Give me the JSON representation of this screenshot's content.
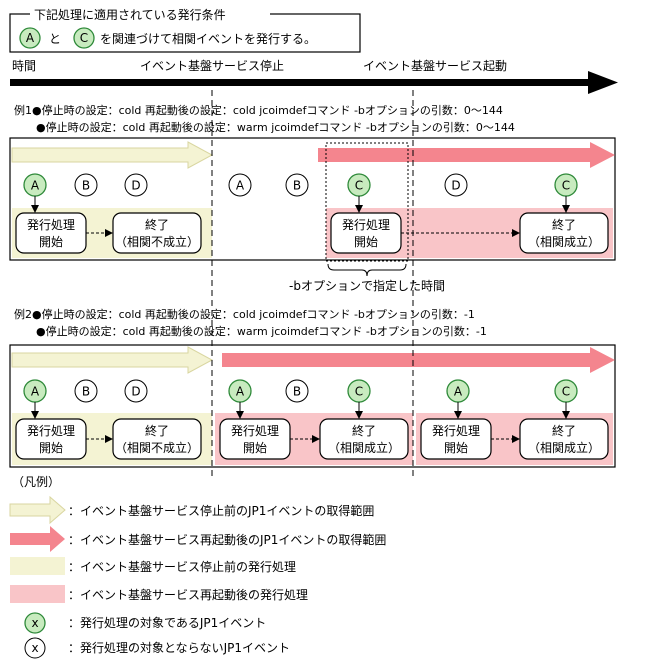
{
  "condition": {
    "title": "下記処理に適用されている発行条件",
    "letter_a": "A",
    "conj": "と",
    "letter_c": "C",
    "text": "を関連づけて相関イベントを発行する。"
  },
  "timeline": {
    "time": "時間",
    "stop": "イベント基盤サービス停止",
    "start": "イベント基盤サービス起動"
  },
  "example1": {
    "line1_prefix": "例1",
    "line1": "●停止時の設定：cold 再起動後の設定：cold jcoimdefコマンド -bオプションの引数：0～144",
    "line2": "●停止時の設定：cold 再起動後の設定：warm jcoimdefコマンド -bオプションの引数：0～144",
    "events": [
      "A",
      "B",
      "D",
      "A",
      "B",
      "C",
      "D",
      "C"
    ],
    "proc_start_1": "発行処理",
    "proc_start_2": "開始",
    "end_1": "終了",
    "end_fail": "（相関不成立）",
    "end_ok": "（相関成立）",
    "b_option_note": "-bオプションで指定した時間"
  },
  "example2": {
    "line1_prefix": "例2",
    "line1": "●停止時の設定：cold 再起動後の設定：cold jcoimdefコマンド -bオプションの引数：-1",
    "line2": "●停止時の設定：cold 再起動後の設定：warm jcoimdefコマンド -bオプションの引数：-1",
    "events": [
      "A",
      "B",
      "D",
      "A",
      "B",
      "C",
      "A",
      "C"
    ]
  },
  "legend": {
    "title": "（凡例）",
    "arrow_before": "：イベント基盤サービス停止前のJP1イベントの取得範囲",
    "arrow_after": "：イベント基盤サービス再起動後のJP1イベントの取得範囲",
    "box_before": "：イベント基盤サービス停止前の発行処理",
    "box_after": "：イベント基盤サービス再起動後の発行処理",
    "target_symbol": "x",
    "target": "：発行処理の対象であるJP1イベント",
    "nontarget_symbol": "x",
    "nontarget": "：発行処理の対象とならないJP1イベント"
  },
  "colors": {
    "yellow_fill": "#f4f3d3",
    "yellow_stroke": "#d9d6a0",
    "pink_fill": "#f9c5c8",
    "pink_arrow": "#f4858e",
    "green_fill": "#c8ebbf",
    "green_stroke": "#2f8a3a"
  }
}
